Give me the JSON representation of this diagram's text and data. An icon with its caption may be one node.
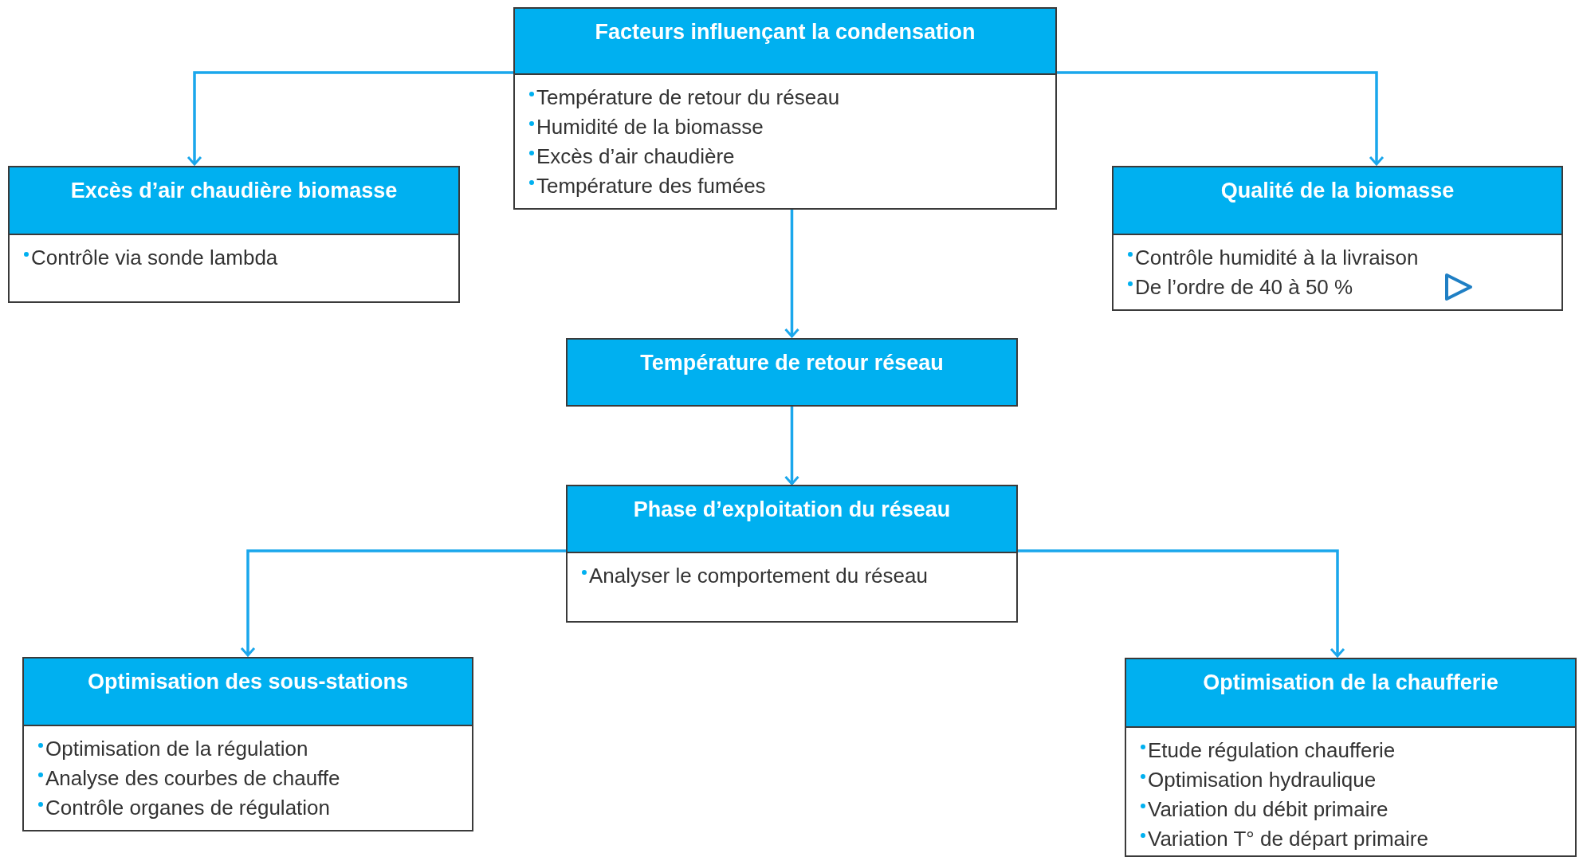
{
  "diagram": {
    "nodes": [
      {
        "text": [
          "Facteurs influençant la condensation",
          "Température de retour du réseau",
          "Humidité de la biomasse",
          "Excès d’air chaudière",
          "Température des fumées"
        ]
      },
      {
        "text": [
          "Excès d’air chaudière biomasse",
          "Contrôle via sonde lambda"
        ]
      },
      {
        "text": [
          "Qualité de la biomasse",
          "Contrôle humidité à la livraison",
          "De l’ordre de 40 à 50 %"
        ]
      },
      {
        "text": [
          "Température de retour réseau"
        ]
      },
      {
        "text": [
          "Phase d’exploitation du réseau",
          "Analyser le comportement du réseau"
        ]
      },
      {
        "text": [
          "Optimisation des sous-stations",
          "Optimisation de la régulation",
          "Analyse des courbes de chauffe",
          "Contrôle organes de régulation"
        ]
      },
      {
        "text": [
          "Optimisation de la chaufferie",
          "Etude régulation chaufferie",
          "Optimisation hydraulique",
          "Variation du débit primaire",
          "Variation T° de départ primaire"
        ]
      }
    ],
    "edges": [
      {
        "from": 0,
        "to": 1,
        "arrow": "to"
      },
      {
        "from": 0,
        "to": 2,
        "arrow": "to"
      },
      {
        "from": 0,
        "to": 3,
        "arrow": "to"
      },
      {
        "from": 3,
        "to": 4,
        "arrow": "to"
      },
      {
        "from": 4,
        "to": 5,
        "arrow": "to"
      },
      {
        "from": 4,
        "to": 6,
        "arrow": "to"
      }
    ]
  }
}
